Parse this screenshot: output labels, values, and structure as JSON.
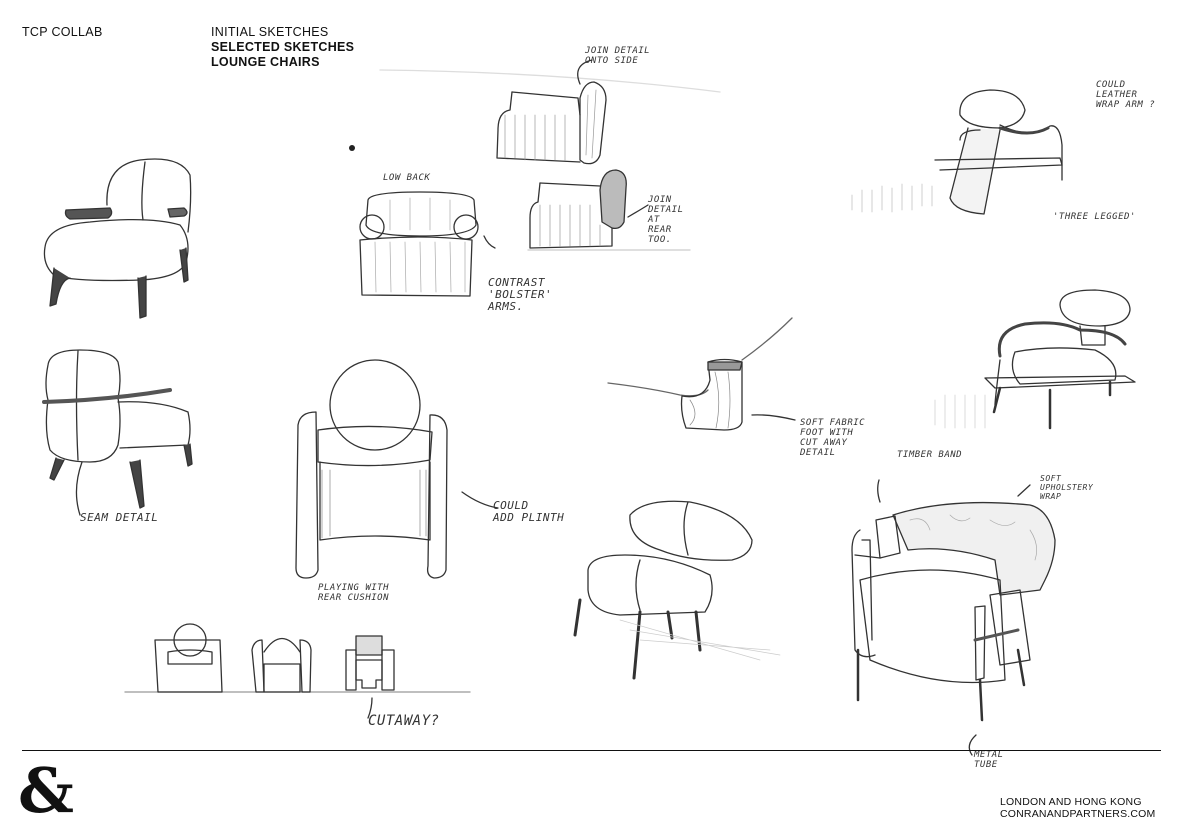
{
  "header": {
    "brand": "TCP COLLAB",
    "section": "INITIAL SKETCHES",
    "subsection": "SELECTED SKETCHES",
    "topic": "LOUNGE CHAIRS"
  },
  "footer": {
    "logo": "&",
    "location": "LONDON AND HONG KONG",
    "website": "CONRANANDPARTNERS.COM"
  },
  "annotations": {
    "join_detail_side": "JOIN DETAIL\nONTO SIDE",
    "low_back": "LOW BACK",
    "join_detail_rear": "JOIN\nDETAIL\nAT\nREAR\nTOO.",
    "contrast_bolster": "CONTRAST\n'BOLSTER'\nARMS.",
    "leather_wrap": "COULD\nLEATHER\nWRAP ARM ?",
    "three_legged": "'THREE LEGGED'",
    "seam_detail": "SEAM DETAIL",
    "could_add_plinth": "COULD\nADD PLINTH",
    "playing_rear_cushion": "PLAYING WITH\nREAR CUSHION",
    "soft_fabric_foot": "SOFT FABRIC\nFOOT WITH\nCUT AWAY\nDETAIL",
    "timber_band": "TIMBER BAND",
    "soft_upholstery": "SOFT\nUPHOLSTERY\nWRAP",
    "cutaway": "CUTAWAY?",
    "metal_tube": "METAL\nTUBE"
  },
  "colors": {
    "ink": "#111111",
    "pencil": "#333333",
    "paper": "#ffffff"
  }
}
